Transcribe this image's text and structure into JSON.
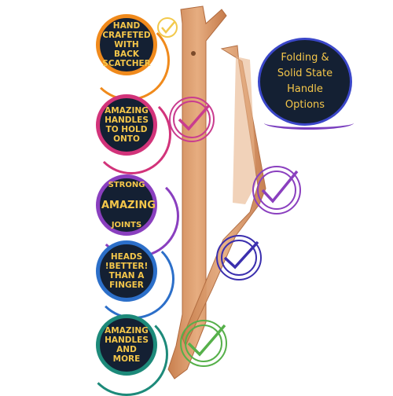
{
  "badges": [
    {
      "text": "HAND\nCRAFETED\nWITH\nBACK\nSCATCHER",
      "color": "#f08a1c",
      "icon": "checkmark-circle-icon"
    },
    {
      "text": "AMAZING\nHANDLES\nTO HOLD\nONTO",
      "color": "#d2337a",
      "icon": "checkmark-circle-icon"
    },
    {
      "text_top": "STRONG",
      "text_mid": "AMAZING",
      "text_bot": "JOINTS",
      "color": "#8a3fbf",
      "icon": "checkmark-circle-icon"
    },
    {
      "text": "HEADS\n!BETTER!\nTHAN A\nFINGER",
      "color": "#2c6fc9",
      "icon": "checkmark-circle-icon"
    },
    {
      "text": "AMAZING\nHANDLES\nAND\nMORE",
      "color": "#1d8a7a",
      "icon": "checkmark-circle-icon"
    }
  ],
  "feature_badge": {
    "text": "Folding &\nSolid State\nHandle\nOptions",
    "border_color": "#3b47c9"
  },
  "check_colors": [
    "#f2c94c",
    "#c93c8f",
    "#8a3fbf",
    "#3b2fae",
    "#56b04a"
  ],
  "wood_color": "#d9986a"
}
